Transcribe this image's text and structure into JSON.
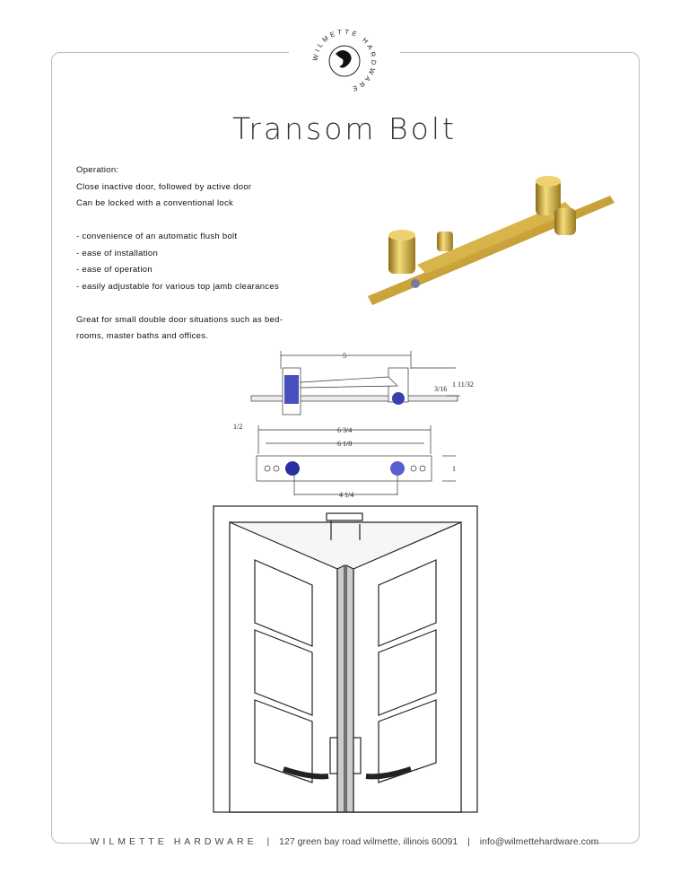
{
  "logo": {
    "text": "WILMETTE HARDWARE"
  },
  "title": "Transom Bolt",
  "description": {
    "heading": "Operation:",
    "lines": [
      "Close inactive door, followed by active door",
      "Can be locked with a conventional lock"
    ],
    "features": [
      "- convenience of an automatic flush bolt",
      "- ease of installation",
      "- ease of operation",
      "- easily adjustable for various top jamb clearances"
    ],
    "closing": [
      "Great for small double door situations such as bed-",
      "rooms, master baths and offices."
    ]
  },
  "diagram": {
    "dims": {
      "length": "5",
      "offset": "3/16",
      "height": "1 11/32",
      "base": "1/2",
      "overall": "6 3/4",
      "holes": "6 1/8",
      "width": "1",
      "centers": "4 1/4"
    }
  },
  "colors": {
    "brass": "#c9a23a",
    "blue": "#3a3fb0",
    "frame": "#bbbbbb"
  },
  "footer": {
    "brand": "WILMETTE HARDWARE",
    "separator": "|",
    "address": "127 green bay road wilmette, illinois 60091",
    "email": "info@wilmettehardware.com"
  }
}
